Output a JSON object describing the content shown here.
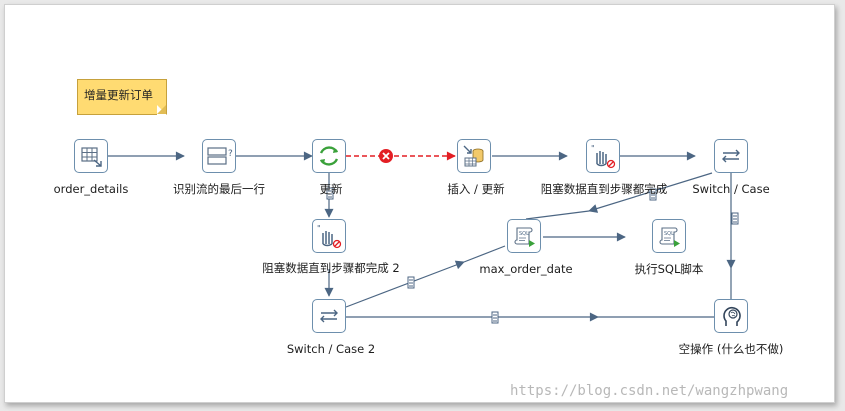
{
  "note": {
    "text": "增量更新订单"
  },
  "steps": {
    "order_details": {
      "label": "order_details",
      "icon": "table-input-icon"
    },
    "identify_last": {
      "label": "识别流的最后一行",
      "icon": "identify-last-row-icon"
    },
    "update": {
      "label": "更新",
      "icon": "update-icon"
    },
    "insert_update": {
      "label": "插入 / 更新",
      "icon": "insert-update-icon"
    },
    "block1": {
      "label": "阻塞数据直到步骤都完成",
      "icon": "blocking-step-icon"
    },
    "switch1": {
      "label": "Switch / Case",
      "icon": "switch-case-icon"
    },
    "block2": {
      "label": "阻塞数据直到步骤都完成 2",
      "icon": "blocking-step-icon"
    },
    "max_order_date": {
      "label": "max_order_date",
      "icon": "sql-script-icon"
    },
    "exec_sql": {
      "label": "执行SQL脚本",
      "icon": "sql-script-icon"
    },
    "switch2": {
      "label": "Switch / Case 2",
      "icon": "switch-case-icon"
    },
    "dummy": {
      "label": "空操作 (什么也不做)",
      "icon": "dummy-step-icon"
    }
  },
  "colors": {
    "hop": "#4c6683",
    "error_hop": "#e31e24",
    "node_border": "#6d8fad",
    "note_bg": "#ffdb72"
  },
  "watermark": "https://blog.csdn.net/wangzhpwang"
}
